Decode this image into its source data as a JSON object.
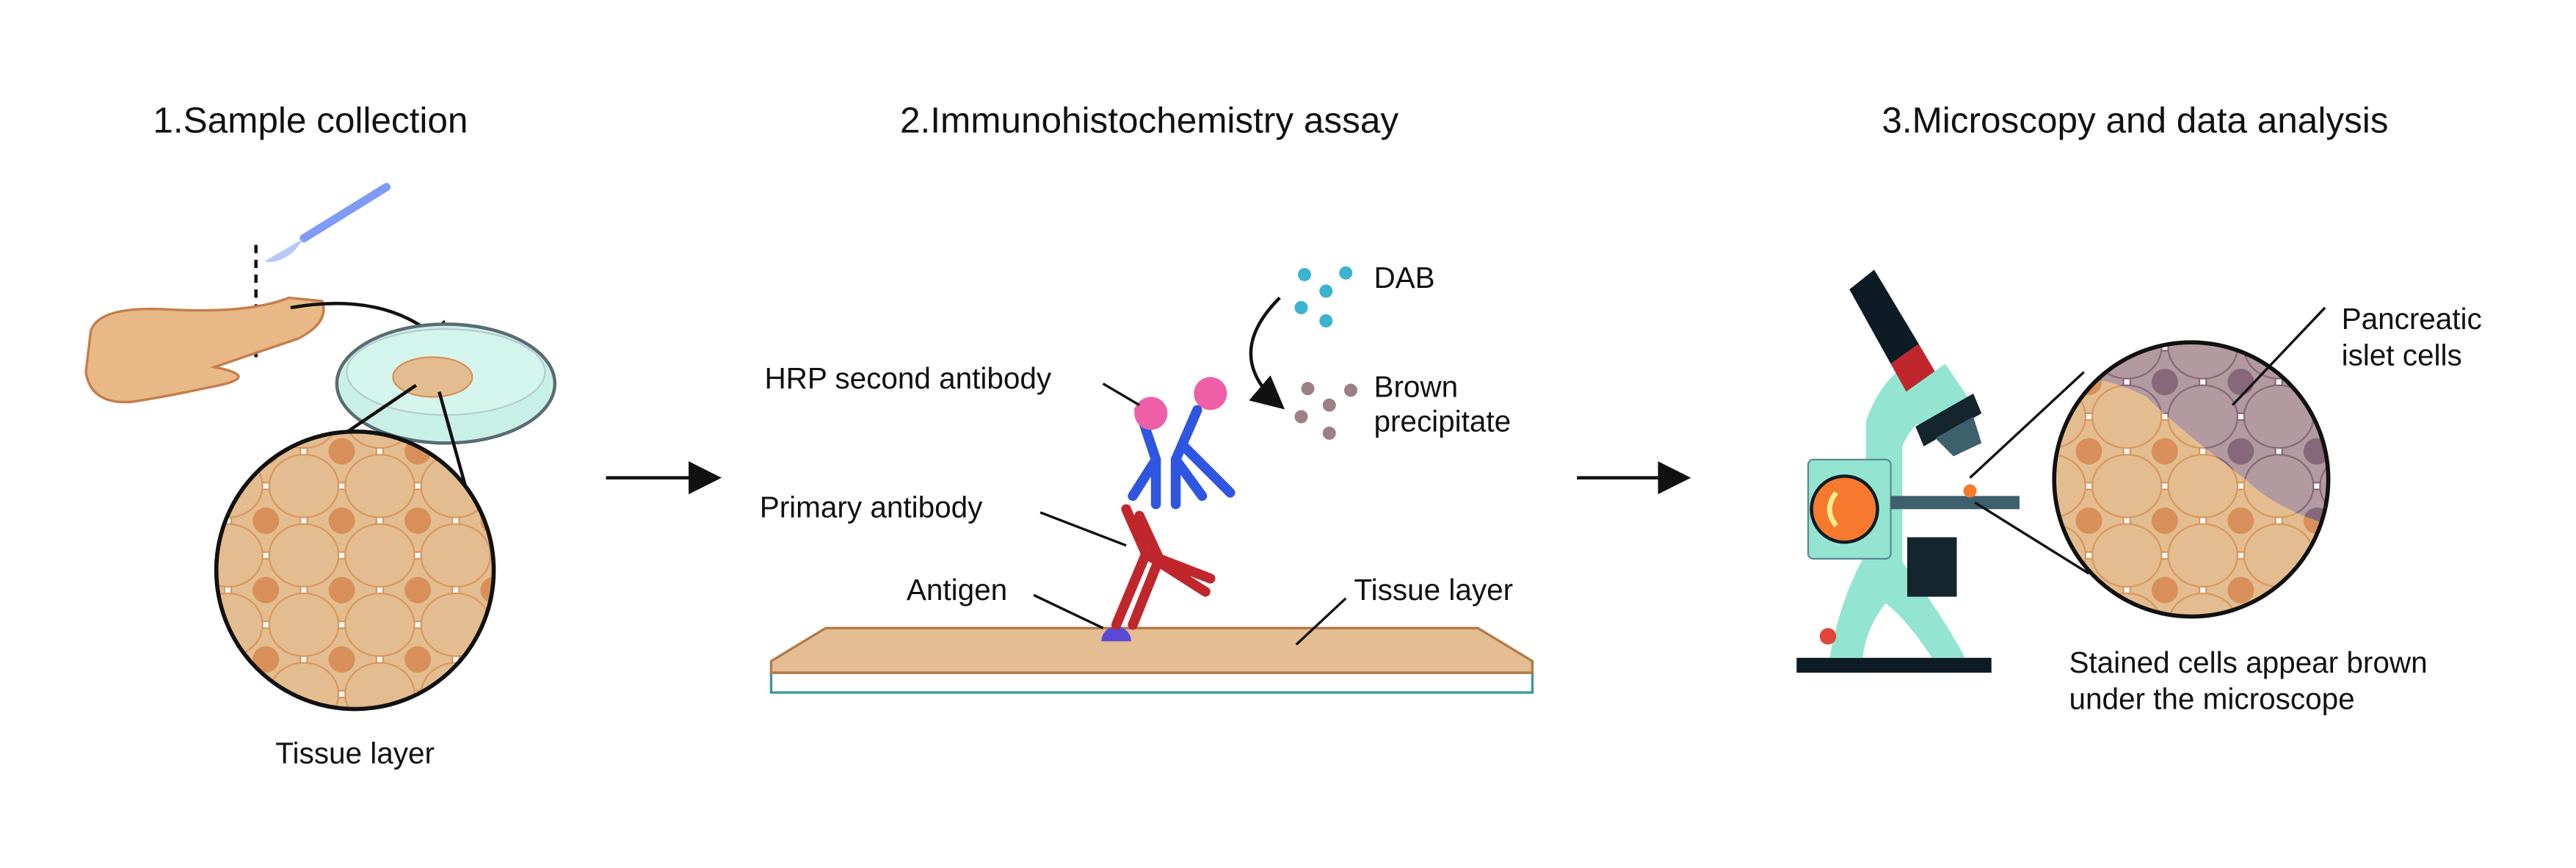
{
  "steps": [
    {
      "title": "1.Sample collection",
      "labels": {
        "tissue_layer": "Tissue layer"
      }
    },
    {
      "title": "2.Immunohistochemistry assay",
      "labels": {
        "hrp": "HRP second antibody",
        "primary": "Primary antibody",
        "antigen": "Antigen",
        "tissue_layer": "Tissue layer",
        "dab": "DAB",
        "brown_1": "Brown",
        "brown_2": "precipitate"
      }
    },
    {
      "title": "3.Microscopy and data analysis",
      "labels": {
        "islet_1": "Pancreatic",
        "islet_2": "islet cells",
        "stained_1": "Stained cells appear brown",
        "stained_2": "under the microscope"
      }
    }
  ],
  "colors": {
    "tissue": "#e3bd8f",
    "nucleus": "#d88f5a",
    "islet_cell": "#b29aa0",
    "islet_nucleus": "#86687a",
    "primary_antibody": "#c0272d",
    "secondary_antibody": "#2f56e0",
    "hrp": "#ee5fa7",
    "dab": "#3bb3d1",
    "precipitate": "#9b8086",
    "microscope_body": "#93e4d0"
  }
}
